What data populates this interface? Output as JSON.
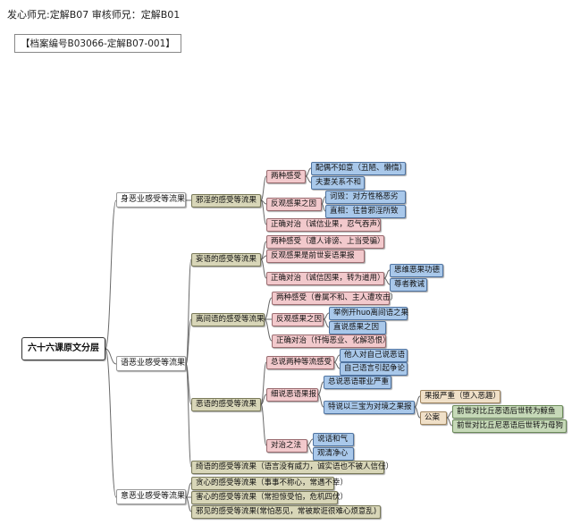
{
  "header": {
    "line1": "发心师兄:定解B07 审核师兄：定解B01",
    "line2": "【档案编号B03066-定解B07-001】"
  },
  "colors": {
    "topic": "#d8d6b8",
    "pink": "#f2c9cc",
    "blue": "#a9c8ea",
    "green": "#c6d9b8",
    "tan": "#f0e0c8"
  },
  "mindmap": {
    "root": "六十六课原文分层",
    "body_karma": {
      "label": "身恶业感受等流果",
      "sexual_misconduct": {
        "label": "邪淫的感受等流果",
        "two_kinds": {
          "label": "两种感受",
          "spouse_unattractive": "配偶不如意（丑陋、懒惰）",
          "spouse_discord": "夫妻关系不和"
        },
        "reflect_cause": {
          "label": "反观感果之因",
          "rebuke": "诃毁：对方性格恶劣",
          "reflect": "直相：往昔邪淫所致"
        },
        "correct_remedy": "正确对治（诚信业果，忍气吞声）"
      }
    },
    "speech_karma": {
      "label": "语恶业感受等流果",
      "lying": {
        "label": "妄语的感受等流果",
        "two_kinds": "两种感受（遭人诽谤、上当受骗）",
        "reflect": "反观感果是前世妄语果报",
        "correct": {
          "label": "正确对治（诚信因果，转为道用）",
          "think": "思维恶果功德",
          "respect": "尊者教诫"
        }
      },
      "divisive": {
        "label": "离间语的感受等流果",
        "two_kinds": "两种感受（眷属不和、主人遭攻击）",
        "reflect_cause": {
          "label": "反观感果之因",
          "example": "举例开huo离间语之果",
          "direct": "直说感果之因"
        },
        "correct": "正确对治（忏悔恶业、化解恐恨）"
      },
      "harsh": {
        "label": "恶语的感受等流果",
        "summary": {
          "label": "总说两种等流感受",
          "others_harsh": "他人对自己说恶语",
          "self_quarrel": "自己语言引起争论"
        },
        "detailed": {
          "label": "细说恶语果报",
          "serious": "总说恶语罪业严重",
          "story": {
            "label": "特说以三宝为对境之果报",
            "severe": "果报严重（堕入恶趣）",
            "case": {
              "label": "公案",
              "fish": "前世对比丘恶语后世转为鲸鱼",
              "mother": "前世对比丘尼恶语后世转为母狗"
            }
          }
        },
        "remedy": {
          "label": "对治之法",
          "gentle": "说话和气",
          "pure": "观清净心"
        }
      },
      "idle": "绮语的感受等流果（语言没有威力，诚实语也不被人信任）"
    },
    "mind_karma": {
      "label": "意恶业感受等流果",
      "greed": "贪心的感受等流果（事事不称心，常遇不幸）",
      "malice": "害心的感受等流果（常担惊受怕，危机四伏）",
      "wrong_view": "邪见的感受等流果(常怕恶见，常被欺诳很难心烦意乱)"
    }
  }
}
